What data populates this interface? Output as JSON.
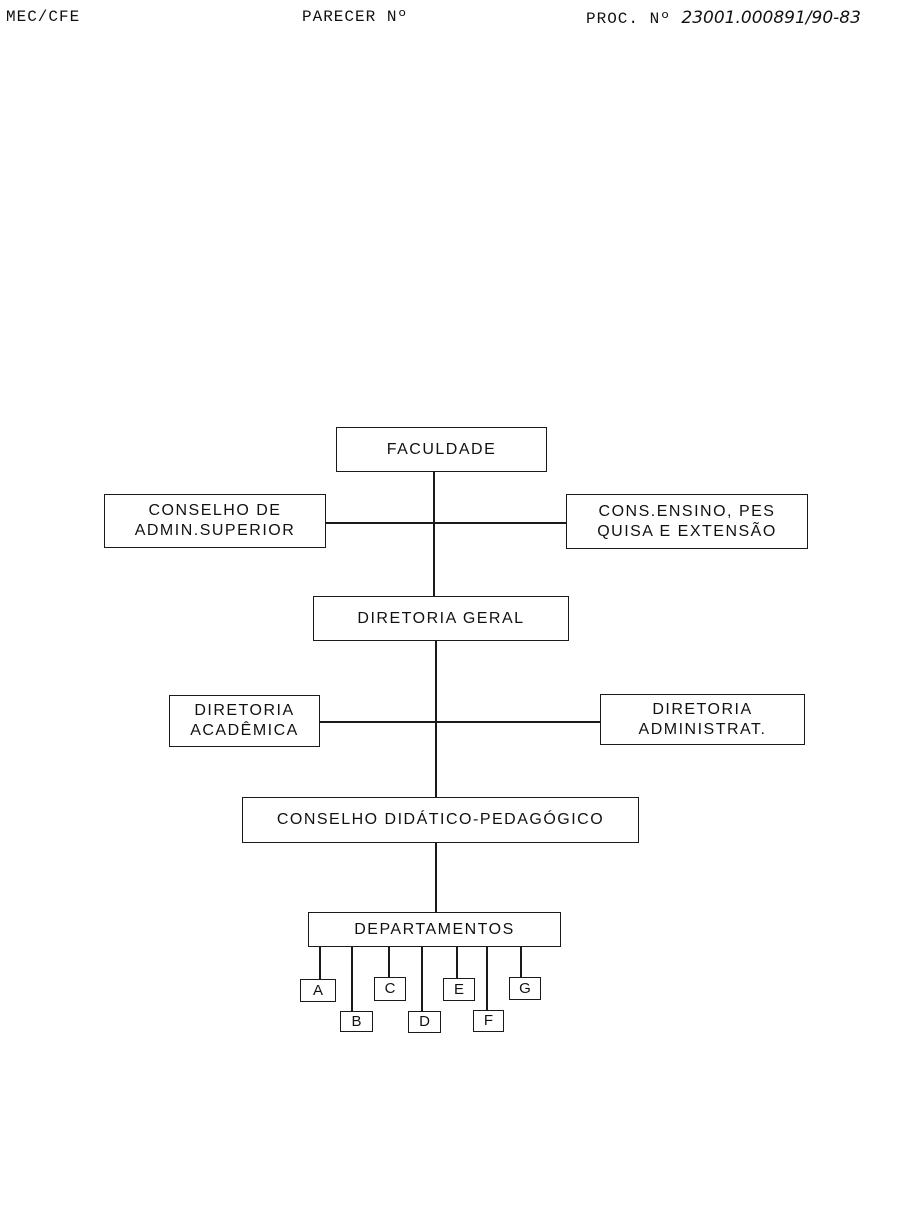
{
  "header": {
    "left": "MEC/CFE",
    "center": "PARECER Nº",
    "right_label": "PROC. Nº",
    "right_number": "23001.000891/90-83"
  },
  "chart": {
    "faculdade": "FACULDADE",
    "conselho_admin": "CONSELHO DE\nADMIN.SUPERIOR",
    "cons_ensino": "CONS.ENSINO, PES\nQUISA E EXTENSÃO",
    "diretoria_geral": "DIRETORIA GERAL",
    "diretoria_academica": "DIRETORIA\nACADÊMICA",
    "diretoria_administrat": "DIRETORIA\nADMINISTRAT.",
    "conselho_didatico": "CONSELHO DIDÁTICO-PEDAGÓGICO",
    "departamentos": "DEPARTAMENTOS",
    "departments": [
      "A",
      "B",
      "C",
      "D",
      "E",
      "F",
      "G"
    ]
  }
}
